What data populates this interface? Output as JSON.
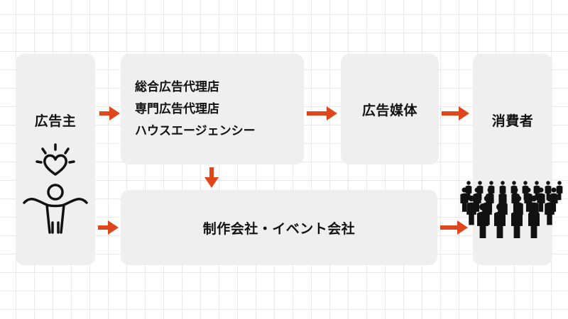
{
  "colors": {
    "arrow": "#e0461c",
    "box": "#efefef",
    "text": "#111111"
  },
  "advertiser": {
    "label": "広告主",
    "icon": "person-with-heart-icon"
  },
  "agencies": {
    "lines": [
      "総合広告代理店",
      "専門広告代理店",
      "ハウスエージェンシー"
    ]
  },
  "media": {
    "label": "広告媒体"
  },
  "production": {
    "label": "制作会社・イベント会社"
  },
  "consumer": {
    "label": "消費者",
    "icon": "crowd-icon"
  }
}
